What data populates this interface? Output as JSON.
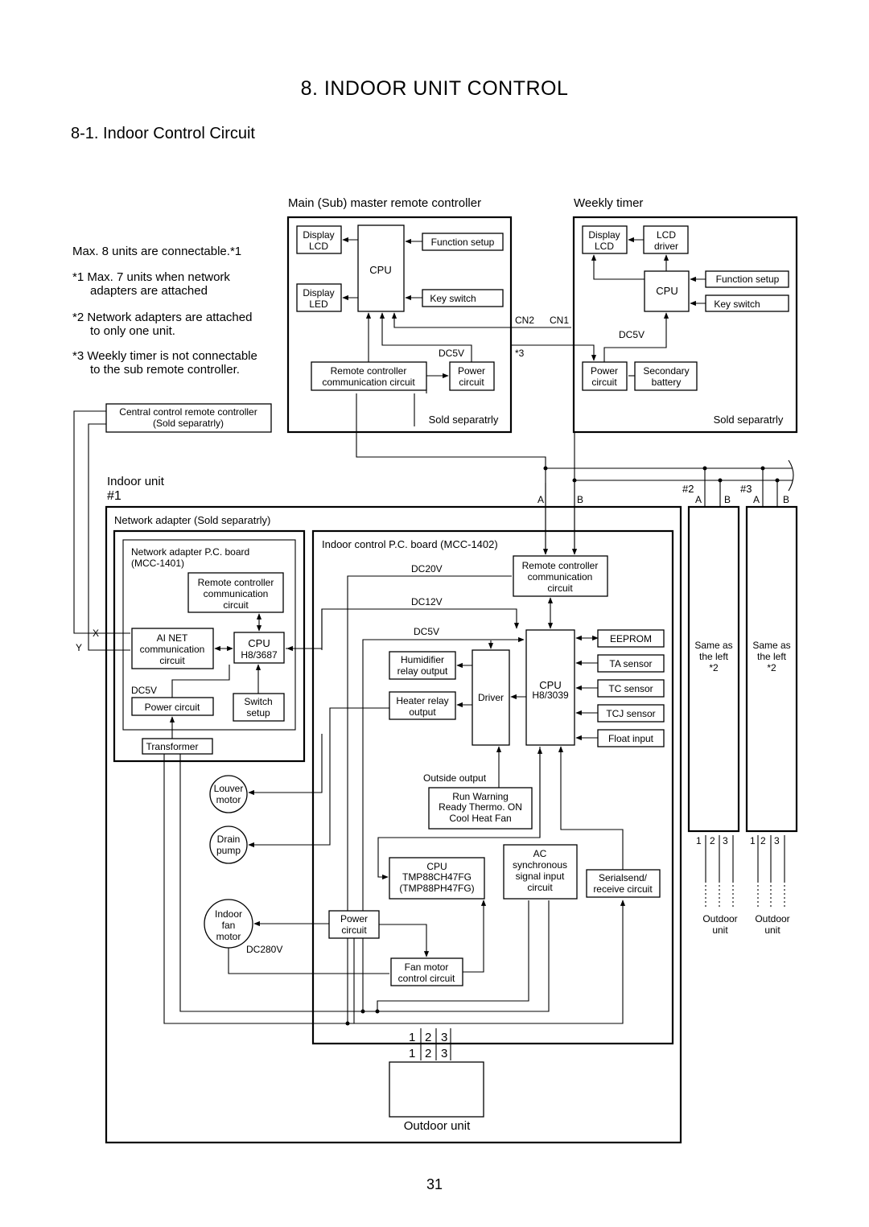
{
  "page": {
    "title": "8.  INDOOR UNIT CONTROL",
    "subtitle": "8-1.  Indoor Control Circuit",
    "page_number": "31"
  },
  "notes": {
    "max_units": "Max. 8 units are connectable.*1",
    "note1_a": "*1  Max. 7 units when network",
    "note1_b": "adapters are attached",
    "note2_a": "*2  Network adapters are attached",
    "note2_b": "to only one unit.",
    "note3_a": "*3  Weekly timer is not connectable",
    "note3_b": "to the sub remote controller."
  },
  "remote_controller": {
    "title": "Main (Sub) master remote controller",
    "display_lcd": [
      "Display",
      "LCD"
    ],
    "display_led": [
      "Display",
      "LED"
    ],
    "cpu": "CPU",
    "function_setup": "Function setup",
    "key_switch": "Key switch",
    "cn2": "CN2",
    "cn1": "CN1",
    "dc5v": "DC5V",
    "star3": "*3",
    "comm": [
      "Remote controller",
      "communication circuit"
    ],
    "power": [
      "Power",
      "circuit"
    ],
    "sold": "Sold separatrly"
  },
  "weekly_timer": {
    "title": "Weekly timer",
    "display_lcd": [
      "Display",
      "LCD"
    ],
    "lcd_driver": [
      "LCD",
      "driver"
    ],
    "cpu": "CPU",
    "function_setup": "Function setup",
    "key_switch": "Key switch",
    "dc5v": "DC5V",
    "power": [
      "Power",
      "circuit"
    ],
    "battery": [
      "Secondary",
      "battery"
    ],
    "sold": "Sold separatrly"
  },
  "central": {
    "label": [
      "Central control remote controller",
      "(Sold separatrly)"
    ]
  },
  "indoor": {
    "label": "Indoor unit",
    "num": "#1",
    "bus_a": "A",
    "bus_b": "B",
    "num2": "#2",
    "num3": "#3",
    "x": "X",
    "y": "Y"
  },
  "network_adapter": {
    "title": "Network adapter (Sold separatrly)",
    "board": [
      "Network adapter P.C. board",
      "(MCC-1401)"
    ],
    "rc_comm": [
      "Remote controller",
      "communication",
      "circuit"
    ],
    "ainet": [
      "AI NET",
      "communication",
      "circuit"
    ],
    "cpu": [
      "CPU",
      "H8/3687"
    ],
    "dc5v": "DC5V",
    "power": "Power circuit",
    "switch": [
      "Switch",
      "setup"
    ],
    "transformer": "Transformer"
  },
  "control_board": {
    "title": "Indoor control P.C. board (MCC-1402)",
    "dc20v": "DC20V",
    "dc12v": "DC12V",
    "dc5v": "DC5V",
    "rc_comm": [
      "Remote controller",
      "communication",
      "circuit"
    ],
    "humidifier": [
      "Humidifier",
      "relay output"
    ],
    "heater": [
      "Heater relay",
      "output"
    ],
    "driver": "Driver",
    "cpu": [
      "CPU",
      "H8/3039"
    ],
    "eeprom": "EEPROM",
    "ta": "TA sensor",
    "tc": "TC sensor",
    "tcj": "TCJ sensor",
    "float": "Float input",
    "outside": "Outside output",
    "outside_box": [
      "Run Warning",
      "Ready Thermo. ON",
      "Cool Heat Fan"
    ],
    "cpu2": [
      "CPU",
      "TMP88CH47FG",
      "(TMP88PH47FG)"
    ],
    "ac_sync": [
      "AC",
      "synchronous",
      "signal input",
      "circuit"
    ],
    "serial": [
      "Serialsend/",
      "receive circuit"
    ],
    "power": [
      "Power",
      "circuit"
    ],
    "fan_ctrl": [
      "Fan motor",
      "control circuit"
    ],
    "dc280v": "DC280V",
    "t1": "1",
    "t2": "2",
    "t3": "3"
  },
  "loads": {
    "louver": [
      "Louver",
      "motor"
    ],
    "drain": [
      "Drain",
      "pump"
    ],
    "fan": [
      "Indoor",
      "fan",
      "motor"
    ]
  },
  "outdoor": {
    "label": "Outdoor unit",
    "t1": "1",
    "t2": "2",
    "t3": "3"
  },
  "other_units": {
    "same_as": [
      "Same as",
      "the left",
      "*2"
    ],
    "t1": "1",
    "t2": "2",
    "t3": "3",
    "outdoor": [
      "Outdoor",
      "unit"
    ]
  }
}
